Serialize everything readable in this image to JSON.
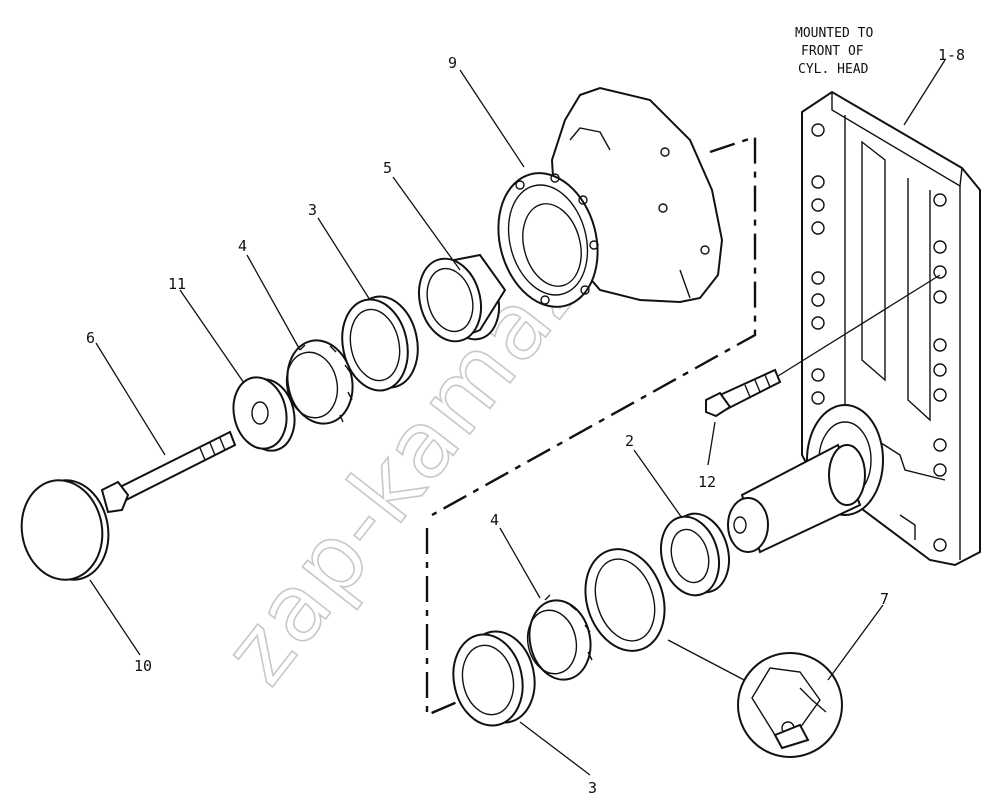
{
  "diagram": {
    "note_lines": [
      "MOUNTED TO",
      "FRONT OF",
      "CYL. HEAD"
    ],
    "callouts": {
      "frame": "1-8",
      "housing": "9",
      "sleeve": "5",
      "cup_upper": "3",
      "cone_upper": "4",
      "washer": "11",
      "long_bolt": "6",
      "cap": "10",
      "seal_ring": "2",
      "short_bolt": "12",
      "cone_lower": "4",
      "cup_lower": "3",
      "lip_seal": "7"
    },
    "watermark": "zap-kamaz.ru"
  }
}
